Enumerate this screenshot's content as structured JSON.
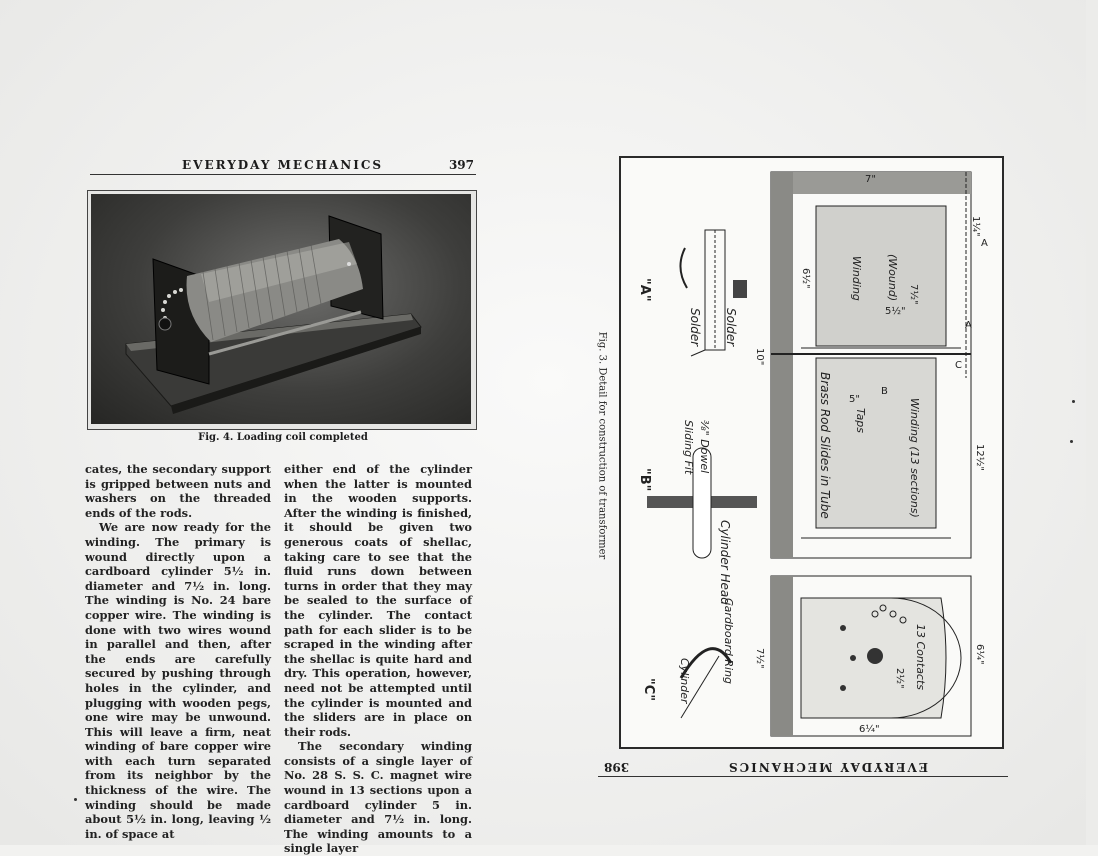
{
  "header": {
    "title": "EVERYDAY MECHANICS",
    "page_number": "397"
  },
  "figure4": {
    "caption": "Fig. 4. Loading coil completed"
  },
  "column1": {
    "p1": "cates, the secondary support is gripped between nuts and washers on the threaded ends of the rods.",
    "p2": "We are now ready for the winding. The primary is wound directly upon a cardboard cylinder 5½ in. diameter and 7½ in. long. The winding is No. 24 bare copper wire. The winding is done with two wires wound in parallel and then, after the ends are carefully secured by pushing through holes in the cylinder, and plugging with wooden pegs, one wire may be unwound. This will leave a firm, neat winding of bare copper wire with each turn separated from its neighbor by the thickness of the wire. The winding should be made about 5½ in. long, leaving ½ in. of space at"
  },
  "column2": {
    "p1": "either end of the cylinder when the latter is mounted in the wooden supports. After the winding is finished, it should be given two generous coats of shellac, taking care to see that the fluid runs down between turns in order that they may be sealed to the surface of the cylinder. The contact path for each slider is to be scraped in the winding after the shellac is quite hard and dry. This operation, however, need not be attempted until the cylinder is mounted and the sliders are in place on their rods.",
    "p2": "The secondary winding consists of a single layer of No. 28 S. S. C. magnet wire wound in 13 sections upon a cardboard cylinder 5 in. diameter and 7½ in. long. The winding amounts to a single layer"
  },
  "figure3": {
    "caption": "Fig. 3. Detail for construction of transformer",
    "labels": {
      "a": "\"A\"",
      "b": "\"B\"",
      "c": "\"C\"",
      "solder1": "Solder",
      "solder2": "Solder",
      "dowel": "⅜\" Dowel",
      "sliding_fit": "Sliding Fit",
      "cylinder_head": "Cylinder Head",
      "cardboard_ring": "Cardboard Ring",
      "cylinder": "Cylinder",
      "winding": "Winding",
      "wound": "(Wound)",
      "brass_rod": "Brass Rod Slides in Tube",
      "taps": "Taps",
      "winding_sections": "Winding (13 sections)",
      "contacts": "13 Contacts",
      "d7": "7\"",
      "d10": "10\"",
      "d12h": "12½\"",
      "d7h": "7½\"",
      "d6q": "6¼\"",
      "d6q2": "6¼\"",
      "d5h": "5½\"",
      "d5": "5\"",
      "d7h2": "7½\"",
      "d6h": "6½\"",
      "d1q": "1¼\"",
      "d2h": "2½\"",
      "mA": "A",
      "mA2": "A",
      "mB": "B",
      "mC": "C"
    }
  },
  "footer": {
    "title": "EVERYDAY MECHANICS",
    "page_number": "398"
  }
}
